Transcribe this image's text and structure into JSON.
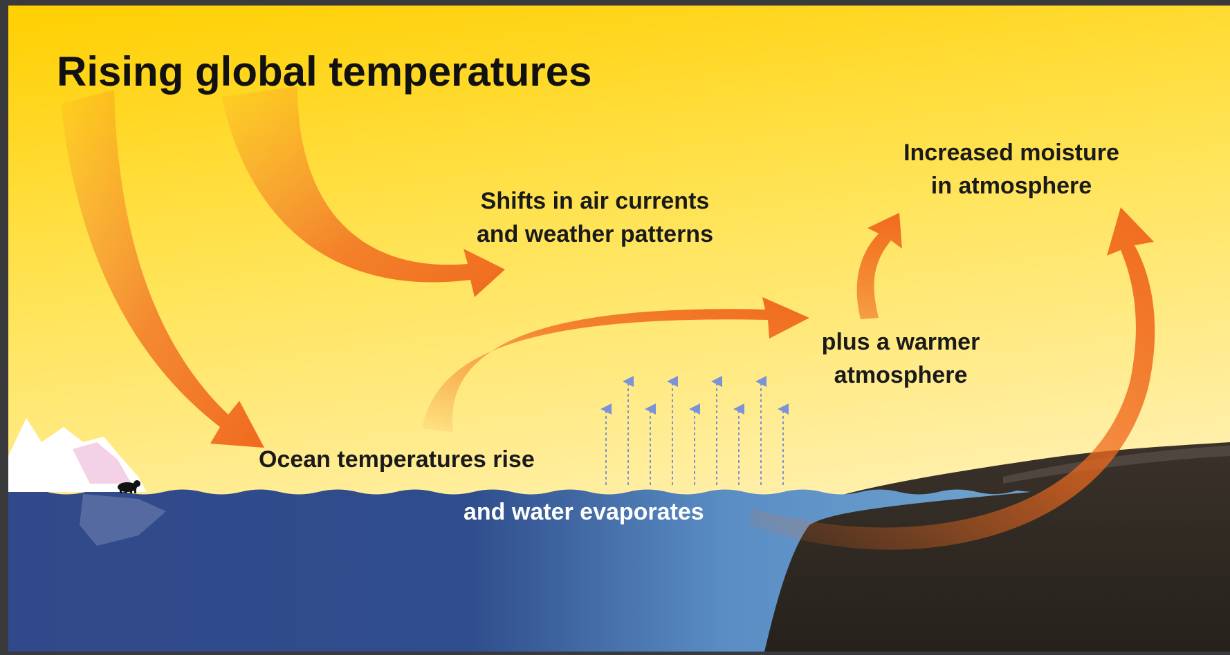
{
  "diagram": {
    "title": "Rising global temperatures",
    "labels": {
      "air_currents_line1": "Shifts in air currents",
      "air_currents_line2": "and weather patterns",
      "moisture_line1": "Increased moisture",
      "moisture_line2": "in atmosphere",
      "warmer_line1": "plus a warmer",
      "warmer_line2": "atmosphere",
      "ocean_rise": "Ocean temperatures rise",
      "evaporates": "and water evaporates"
    },
    "colors": {
      "sky_top": "#ffd200",
      "sky_bottom": "#fff2b8",
      "ocean": "#2f4a86",
      "ocean_shallow": "#5f93c4",
      "land": "#2c2620",
      "arrow": "#f06a1e",
      "vapor_arrows": "#7b92d8",
      "frame": "#3a3a3c"
    },
    "icons": [
      "iceberg-icon",
      "polar-bear-icon"
    ]
  }
}
